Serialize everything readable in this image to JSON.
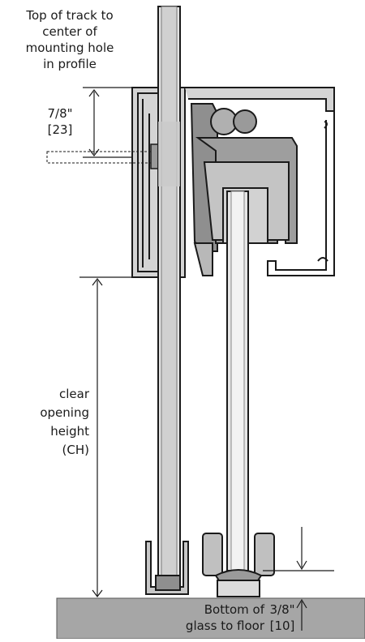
{
  "labels": {
    "top_note": [
      "Top of track to",
      "center of",
      "mounting hole",
      "in profile"
    ],
    "offset_imperial": "7/8\"",
    "offset_metric": "[23]",
    "clear_opening": [
      "clear",
      "opening",
      "height",
      "(CH)"
    ],
    "floor_note": [
      "Bottom of",
      "glass to floor"
    ],
    "gap_imperial": "3/8\"",
    "gap_metric": "[10]"
  },
  "colors": {
    "outline": "#1a1a1a",
    "profile_fill": "#d4d4d4",
    "glass_fill": "#e3e3e3",
    "hardware_fill": "#8f8f8f",
    "floor_fill": "#a6a6a6"
  }
}
